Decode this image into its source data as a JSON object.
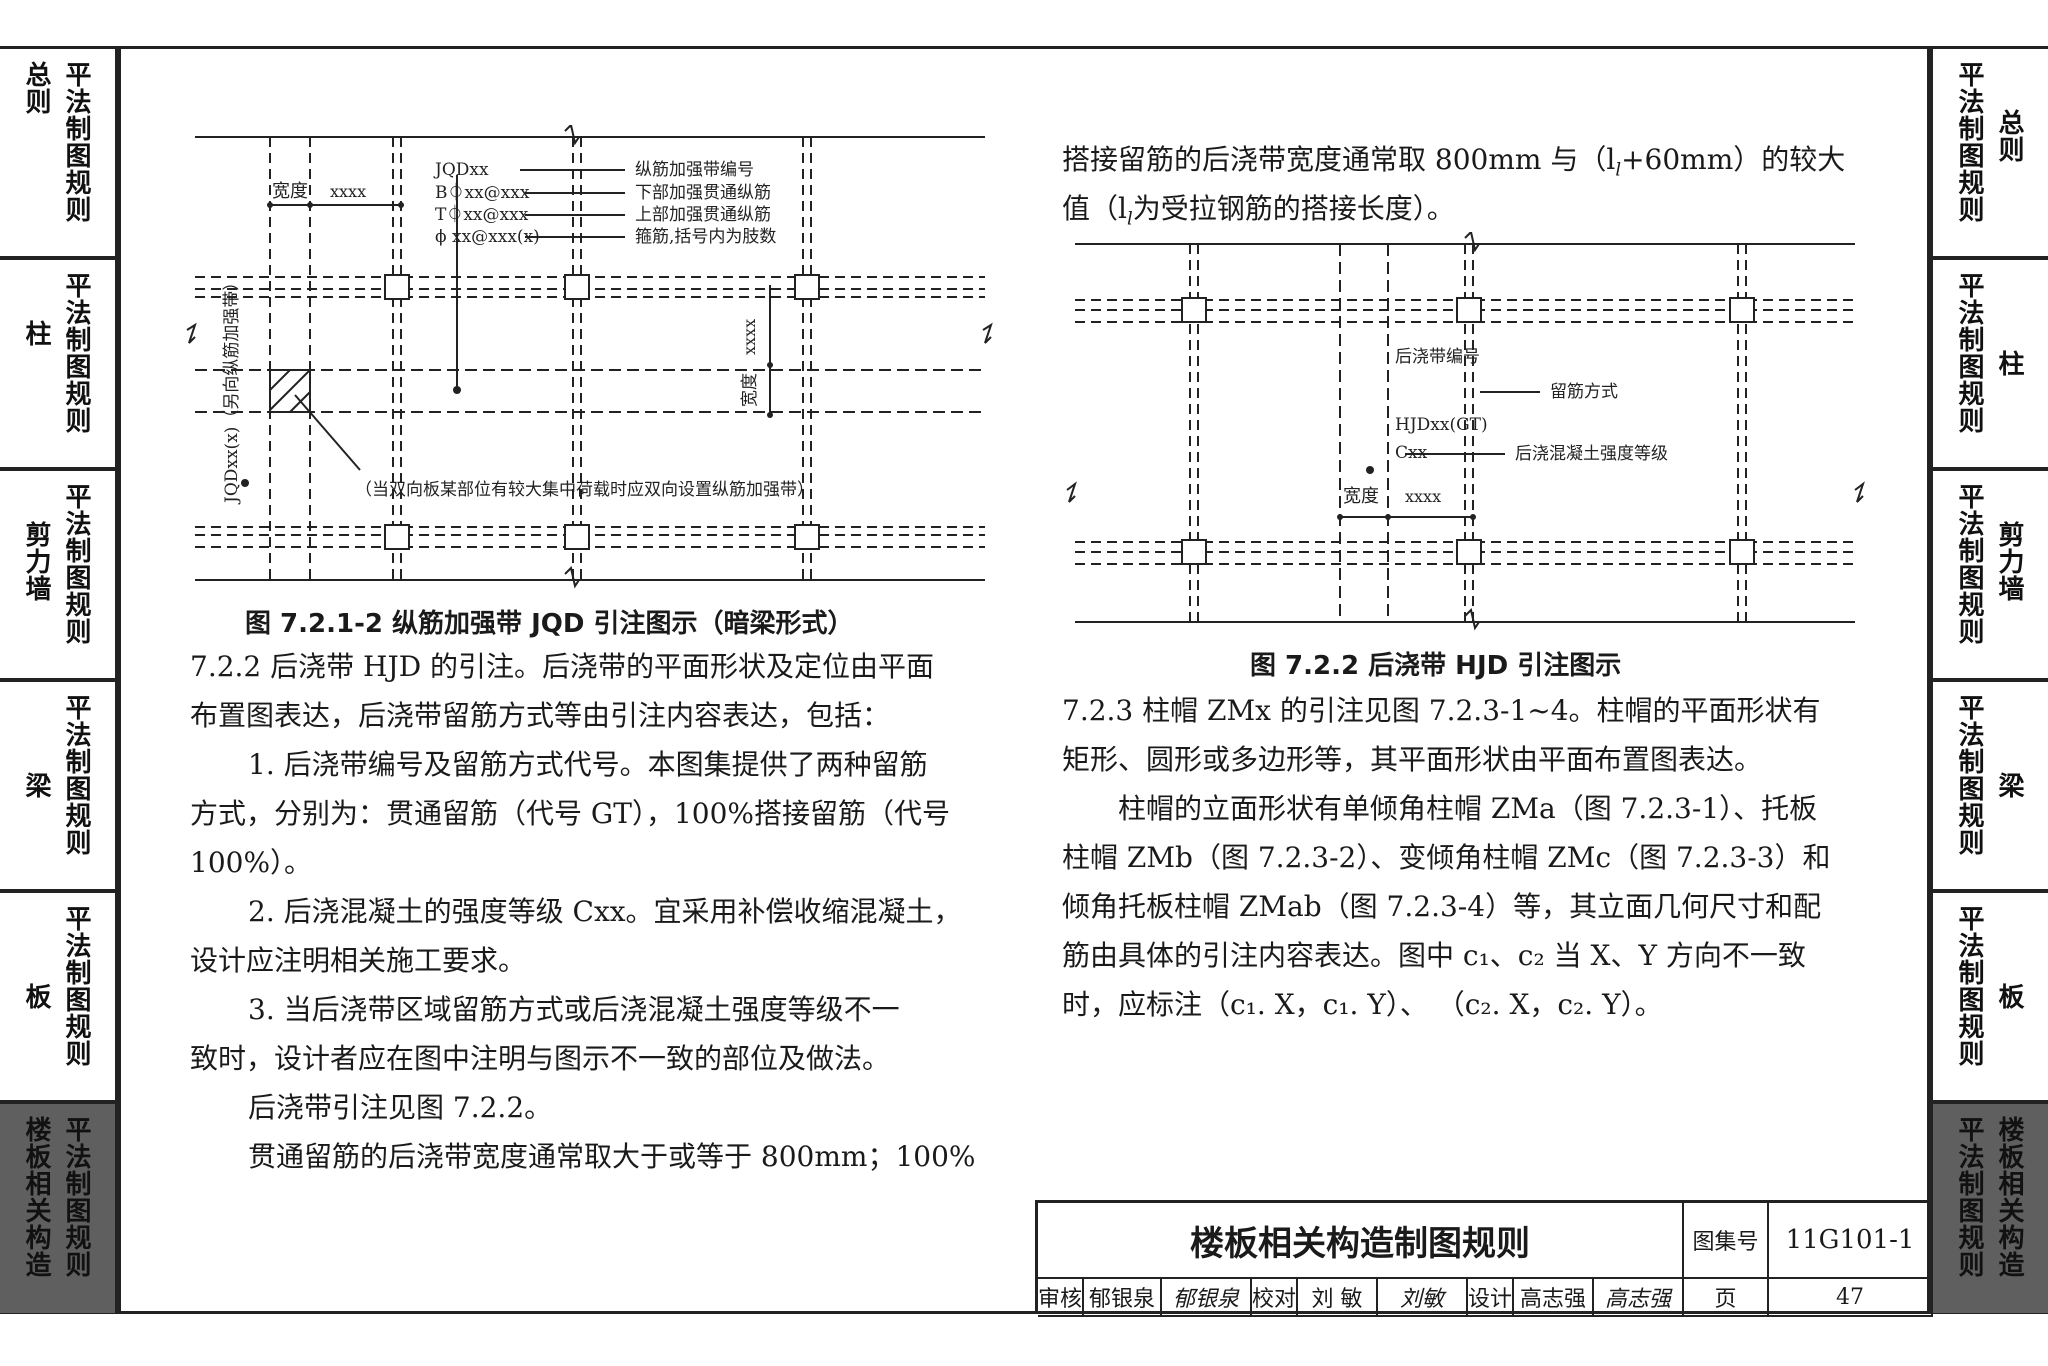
{
  "left_tabs": [
    {
      "a": "总则",
      "b": "平法制图规则"
    },
    {
      "a": "柱",
      "b": "平法制图规则"
    },
    {
      "a": "剪力墙",
      "b": "平法制图规则"
    },
    {
      "a": "梁",
      "b": "平法制图规则"
    },
    {
      "a": "板",
      "b": "平法制图规则"
    },
    {
      "a": "楼板相关构造",
      "b": "平法制图规则"
    }
  ],
  "right_tabs": [
    {
      "a": "总则",
      "b": "平法制图规则"
    },
    {
      "a": "柱",
      "b": "平法制图规则"
    },
    {
      "a": "剪力墙",
      "b": "平法制图规则"
    },
    {
      "a": "梁",
      "b": "平法制图规则"
    },
    {
      "a": "板",
      "b": "平法制图规则"
    },
    {
      "a": "楼板相关构造",
      "b": "平法制图规则"
    }
  ],
  "fig1": {
    "width_label": "宽度",
    "dim": "xxxx",
    "callout": [
      "JQDxx",
      "B⏀xx@xxx",
      "T⏀xx@xxx",
      "ϕ xx@xxx(x)"
    ],
    "callout_desc": [
      "纵筋加强带编号",
      "下部加强贯通纵筋",
      "上部加强贯通纵筋",
      "箍筋,括号内为肢数"
    ],
    "vert_label": "JQDxx(x)（另向纵筋加强带）",
    "vdim": "xxxx",
    "vwidth": "宽度",
    "note": "（当双向板某部位有较大集中荷载时应双向设置纵筋加强带）",
    "caption": "图 7.2.1-2  纵筋加强带 JQD 引注图示（暗梁形式）"
  },
  "left_text": [
    "7.2.2  后浇带 HJD 的引注。后浇带的平面形状及定位由平面",
    "布置图表达，后浇带留筋方式等由引注内容表达，包括：",
    "1. 后浇带编号及留筋方式代号。本图集提供了两种留筋",
    "方式，分别为：贯通留筋（代号 GT），100%搭接留筋（代号",
    "100%）。",
    "2. 后浇混凝土的强度等级 Cxx。宜采用补偿收缩混凝土，",
    "设计应注明相关施工要求。",
    "3. 当后浇带区域留筋方式或后浇混凝土强度等级不一",
    "致时，设计者应在图中注明与图示不一致的部位及做法。",
    "后浇带引注见图 7.2.2。",
    "贯通留筋的后浇带宽度通常取大于或等于 800mm；100%"
  ],
  "right_top_text": [
    "搭接留筋的后浇带宽度通常取 800mm 与（l",
    "+60mm）的较大",
    "值（l",
    "为受拉钢筋的搭接长度）。"
  ],
  "sub_l": "l",
  "fig2": {
    "label_no": "后浇带编号",
    "label_method": "留筋方式",
    "code": "HJDxx(GT)",
    "cxx": "Cxx",
    "label_grade": "后浇混凝土强度等级",
    "width_label": "宽度",
    "dim": "xxxx",
    "caption": "图 7.2.2  后浇带 HJD 引注图示"
  },
  "right_text": [
    "7.2.3  柱帽 ZMx 的引注见图 7.2.3-1~4。柱帽的平面形状有",
    "矩形、圆形或多边形等，其平面形状由平面布置图表达。",
    "柱帽的立面形状有单倾角柱帽 ZMa（图 7.2.3-1）、托板",
    "柱帽 ZMb（图 7.2.3-2）、变倾角柱帽 ZMc（图 7.2.3-3）和",
    "倾角托板柱帽 ZMab（图 7.2.3-4）等，其立面几何尺寸和配",
    "筋由具体的引注内容表达。图中 c₁、c₂ 当 X、Y 方向不一致",
    "时，应标注（c₁. X，c₁. Y）、  （c₂. X，c₂. Y）。"
  ],
  "titleblock": {
    "title": "楼板相关构造制图规则",
    "atlas_label": "图集号",
    "atlas_no": "11G101-1",
    "review": "审核",
    "reviewer": "郁银泉",
    "reviewer_sig": "郁银泉",
    "check": "校对",
    "checker": "刘  敏",
    "checker_sig": "刘敏",
    "design": "设计",
    "designer": "高志强",
    "designer_sig": "高志强",
    "page_label": "页",
    "page_no": "47"
  }
}
